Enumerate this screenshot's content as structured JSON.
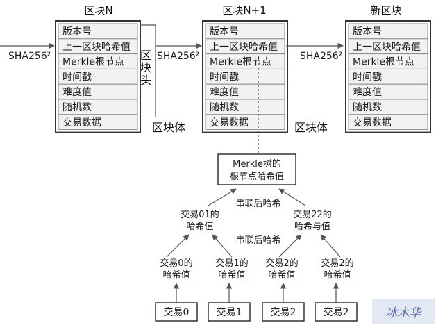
{
  "blocks": [
    {
      "title": "区块N"
    },
    {
      "title": "区块N+1"
    },
    {
      "title": "新区块"
    }
  ],
  "fields": [
    "版本号",
    "上一区块哈希值",
    "Merkle根节点",
    "时间戳",
    "难度值",
    "随机数",
    "交易数据"
  ],
  "hash_label": "SHA256²",
  "block_header_label": [
    "区",
    "块",
    "头"
  ],
  "block_body_label": "区块体",
  "merkle_root": [
    "Merkle树的",
    "根节点哈希值"
  ],
  "concat_hash_label": "串联后哈希",
  "level2": [
    [
      "交易01的",
      "哈希值"
    ],
    [
      "交易22的",
      "哈希与值"
    ]
  ],
  "level1": [
    [
      "交易0的",
      "哈希值"
    ],
    [
      "交易1的",
      "哈希值"
    ],
    [
      "交易2的",
      "哈希值"
    ],
    [
      "交易2的",
      "哈希值"
    ]
  ],
  "transactions": [
    "交易0",
    "交易1",
    "交易2",
    "交易2"
  ],
  "watermark": "冰木华"
}
